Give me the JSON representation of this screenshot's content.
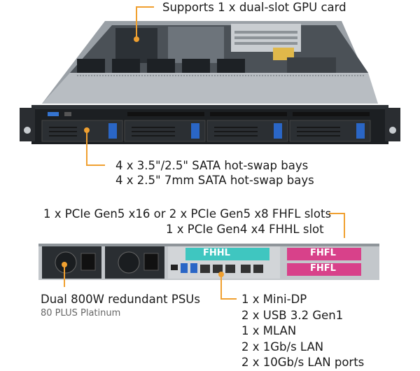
{
  "callouts": {
    "gpu": "Supports 1 x dual-slot GPU card",
    "bays_line1": "4 x 3.5\"/2.5\" SATA hot-swap bays",
    "bays_line2": "4 x 2.5\" 7mm SATA hot-swap bays",
    "pcie_line1": "1 x PCIe Gen5 x16 or 2 x PCIe Gen5 x8 FHFL slots",
    "pcie_line2": "1 x PCIe Gen4 x4 FHHL slot",
    "psu_line1": "Dual 800W redundant PSUs",
    "psu_line2": "80 PLUS Platinum",
    "io_lines": [
      "1 x Mini-DP",
      "2 x USB 3.2 Gen1",
      "1 x MLAN",
      "2 x 1Gb/s LAN",
      "2 x 10Gb/s LAN ports"
    ]
  },
  "slot_labels": {
    "fhhl": "FHHL",
    "fhfl_top": "FHFL",
    "fhfl_bottom": "FHFL"
  },
  "colors": {
    "accent": "#f0a030",
    "fhhl": "#3fc6c0",
    "fhfl": "#d8418a"
  }
}
